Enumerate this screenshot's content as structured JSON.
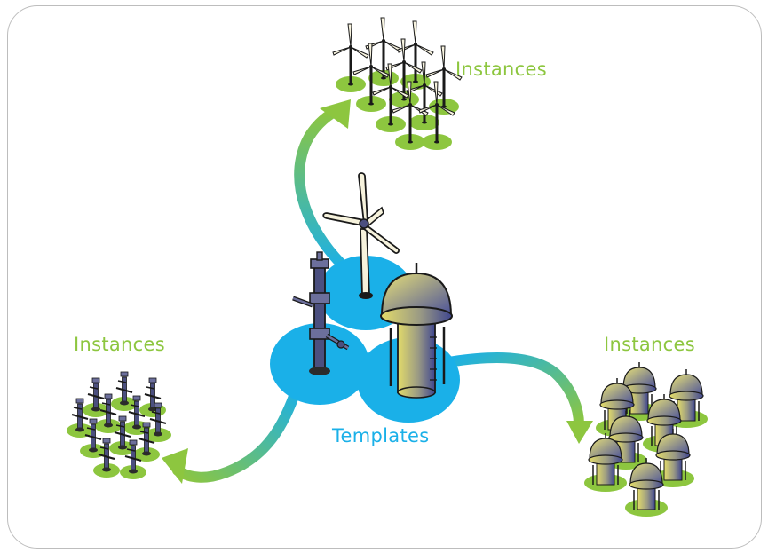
{
  "labels": {
    "instances_top": "Instances",
    "instances_left": "Instances",
    "instances_right": "Instances",
    "templates": "Templates"
  },
  "colors": {
    "green": "#8dc63f",
    "blue": "#1ab0e8",
    "dark_outline": "#1a1a1a",
    "tank_yellow": "#d8d36a",
    "tank_purple": "#4a4f8f"
  },
  "icons": {
    "templates": [
      "wind-turbine-icon",
      "oil-wellhead-icon",
      "water-tank-icon"
    ],
    "instances_top": "wind-turbine-icon",
    "instances_left": "oil-wellhead-icon",
    "instances_right": "water-tank-icon"
  }
}
